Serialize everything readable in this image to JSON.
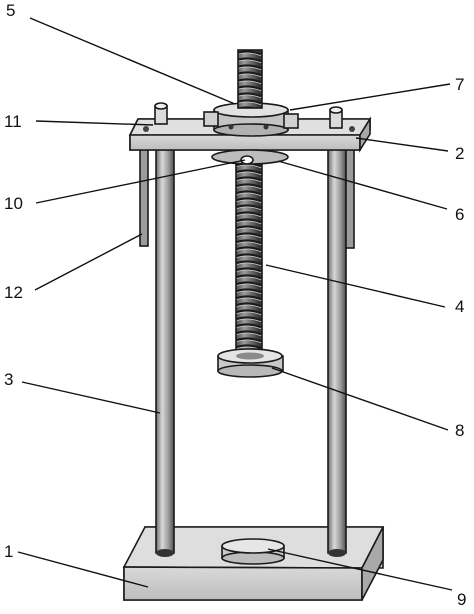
{
  "labels": {
    "l1": "1",
    "l2": "2",
    "l3": "3",
    "l4": "4",
    "l5": "5",
    "l6": "6",
    "l7": "7",
    "l8": "8",
    "l9": "9",
    "l10": "10",
    "l11": "11",
    "l12": "12"
  }
}
